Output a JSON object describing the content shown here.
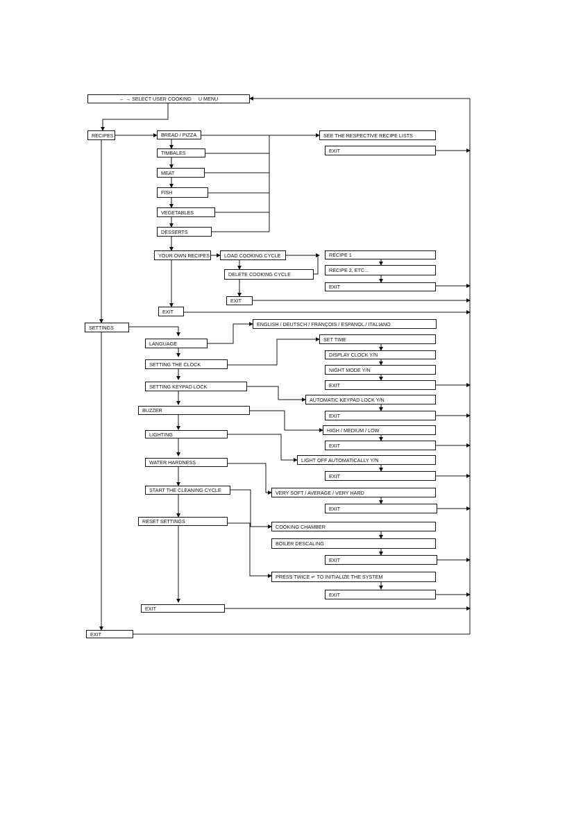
{
  "menu": {
    "header": "← → SELECT USER COOKING     U MENU",
    "recipes": "RECIPES",
    "settings": "SETTINGS",
    "exit": "EXIT"
  },
  "recipes": {
    "bread_pizza": "BREAD / PIZZA",
    "timbales": "TIMBALES",
    "meat": "MEAT",
    "fish": "FISH",
    "vegetables": "VEGETABLES",
    "desserts": "DESSERTS",
    "your_own": "YOUR OWN RECIPES",
    "exit": "EXIT",
    "see_lists": "SEE THE RESPECTIVE RECIPE LISTS",
    "lists_exit": "EXIT",
    "load_cycle": "LOAD COOKING CYCLE",
    "delete_cycle": "DELETE COOKING CYCLE",
    "own_exit": "EXIT",
    "recipe_1": "RECIPE 1",
    "recipe_2": "RECIPE 2, ETC...",
    "recipe_exit": "EXIT"
  },
  "settings": {
    "language": "LANGUAGE",
    "clock": "SETTING THE CLOCK",
    "keypad_lock": "SETTING KEYPAD LOCK",
    "buzzer": "BUZZER",
    "lighting": "LIGHTING",
    "water_hardness": "WATER HARDNESS",
    "cleaning": "START THE CLEANING CYCLE",
    "reset": "RESET SETTINGS",
    "exit": "EXIT",
    "languages": "ENGLISH / DEUTSCH / FRANÇOIS / ESPANOL / ITALIANO",
    "set_time": "SET TIME",
    "display_clock": "DISPLAY CLOCK  Y/N",
    "night_mode": "NIGHT MODE  Y/N",
    "clock_exit": "EXIT",
    "auto_keypad": "AUTOMATIC KEYPAD LOCK  Y/N",
    "keypad_exit": "EXIT",
    "buzzer_levels": "HIGH / MEDIUM / LOW",
    "buzzer_exit": "EXIT",
    "light_off": "LIGHT OFF AUTOMATICALLY Y/N",
    "lighting_exit": "EXIT",
    "hardness_levels": "VERY SOFT / AVERAGE / VERY HARD",
    "hardness_exit": "EXIT",
    "cooking_chamber": "COOKING CHAMBER",
    "boiler_descaling": "BOILER DESCALING",
    "cleaning_exit": "EXIT",
    "press_twice": "PRESS TWICE ↵  TO INITIALIZE THE SYSTEM",
    "reset_exit": "EXIT"
  }
}
